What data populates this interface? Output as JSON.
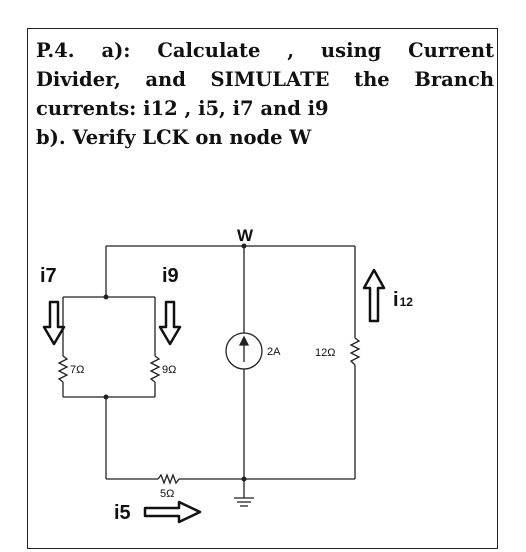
{
  "problem": {
    "line1": "P.4.  a):  Calculate  ,  using  Current",
    "line2": "Divider,  and  SIMULATE  the  Branch",
    "line3": "currents: i12 , i5, i7 and i9",
    "line4": "b). Verify LCK on node W"
  },
  "circuit": {
    "node_label": "W",
    "resistors": {
      "r7": "7Ω",
      "r9": "9Ω",
      "r12": "12Ω",
      "r5": "5Ω"
    },
    "current_source": "2A",
    "currents": {
      "i7": "i7",
      "i9": "i9",
      "i12_main": "i",
      "i12_sub": "12",
      "i5": "i5"
    }
  }
}
